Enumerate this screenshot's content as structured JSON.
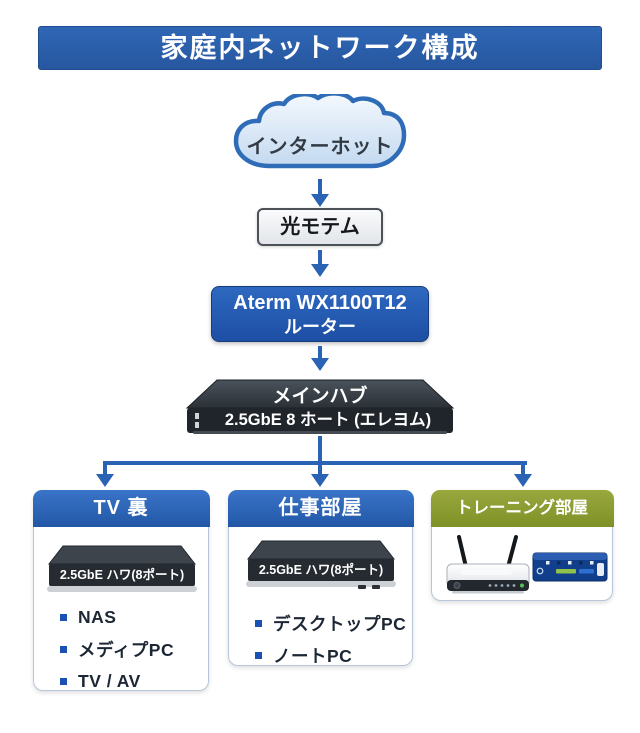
{
  "title": "家庭内ネットワーク構成",
  "nodes": {
    "internet": {
      "label": "インターホット"
    },
    "modem": {
      "label": "光モテム"
    },
    "router": {
      "line1": "Aterm WX1100T12",
      "line2": "ルーター"
    },
    "main_hub": {
      "name": "メインハブ",
      "spec": "2.5GbE 8 ホート (エレヨム)"
    }
  },
  "branches": [
    {
      "header": "TV 裏",
      "hub_label": "2.5GbE ハワ(8ポート)",
      "items": [
        "NAS",
        "メディプPC",
        "TV / AV"
      ]
    },
    {
      "header": "仕事部屋",
      "hub_label": "2.5GbE ハワ(8ポート)",
      "items": [
        "デスクトップPC",
        "ノートPC"
      ]
    },
    {
      "header": "トレーニング部屋",
      "items": [],
      "icons": [
        "wireless-router",
        "network-switch"
      ]
    }
  ],
  "colors": {
    "title_bar_blue": "#2a5fae",
    "branch_header_blue": "#2e66b8",
    "branch_header_olive": "#8e9c33",
    "arrow_blue": "#2b63b4",
    "router_box_blue": "#2257ac",
    "device_dark": "#23282e",
    "bullet_blue": "#1a52b4",
    "cloud_fill": "#cfe1f4",
    "cloud_stroke": "#2f6cb8"
  }
}
